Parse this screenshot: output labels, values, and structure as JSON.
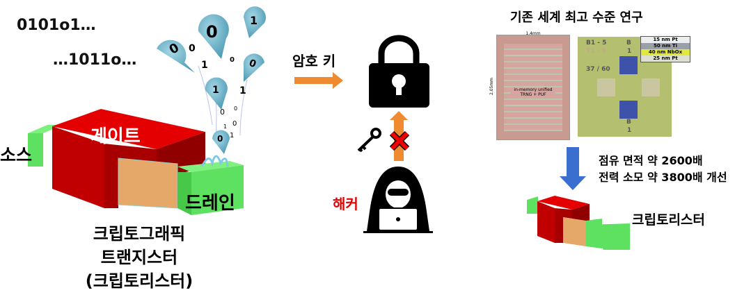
{
  "left": {
    "bits_top": "0101o1…",
    "bits_bottom": "…1011o…",
    "balloon_digits": [
      "0",
      "0",
      "1",
      "0",
      "1",
      "0"
    ],
    "falling_bits": [
      "0",
      "1",
      "0",
      "1",
      "0",
      "0",
      "1",
      "0",
      "1"
    ],
    "gate_label": "게이트",
    "source_label": "소스",
    "drain_label": "드레인",
    "caption": [
      "크립토그래픽",
      "트랜지스터",
      "(크립토리스터)"
    ]
  },
  "middle": {
    "key_label": "암호 키",
    "hacker_label": "해커"
  },
  "right": {
    "title": "기존 세계 최고 수준 연구",
    "chip": {
      "width_label": "1.4mm",
      "height_label": "2.05mm",
      "annotation": [
        "in-memory unified",
        "TRNG + PUF"
      ]
    },
    "device": {
      "labels": [
        "B1 - 5",
        "T1 - 5",
        "37 / 60",
        "B",
        "1",
        "B",
        "1"
      ]
    },
    "layers": [
      "15 nm Pt",
      "50 nm Ti",
      "40 nm NbOx",
      "25 nm Pt"
    ],
    "improvement": [
      "점유 면적 약 2600배",
      "전력 소모 약 3800배 개선"
    ],
    "result_label": "크립토리스터"
  },
  "colors": {
    "orange": "#f08a30",
    "red": "#e00000",
    "blue": "#3a6fd0",
    "green": "#5ee060"
  }
}
